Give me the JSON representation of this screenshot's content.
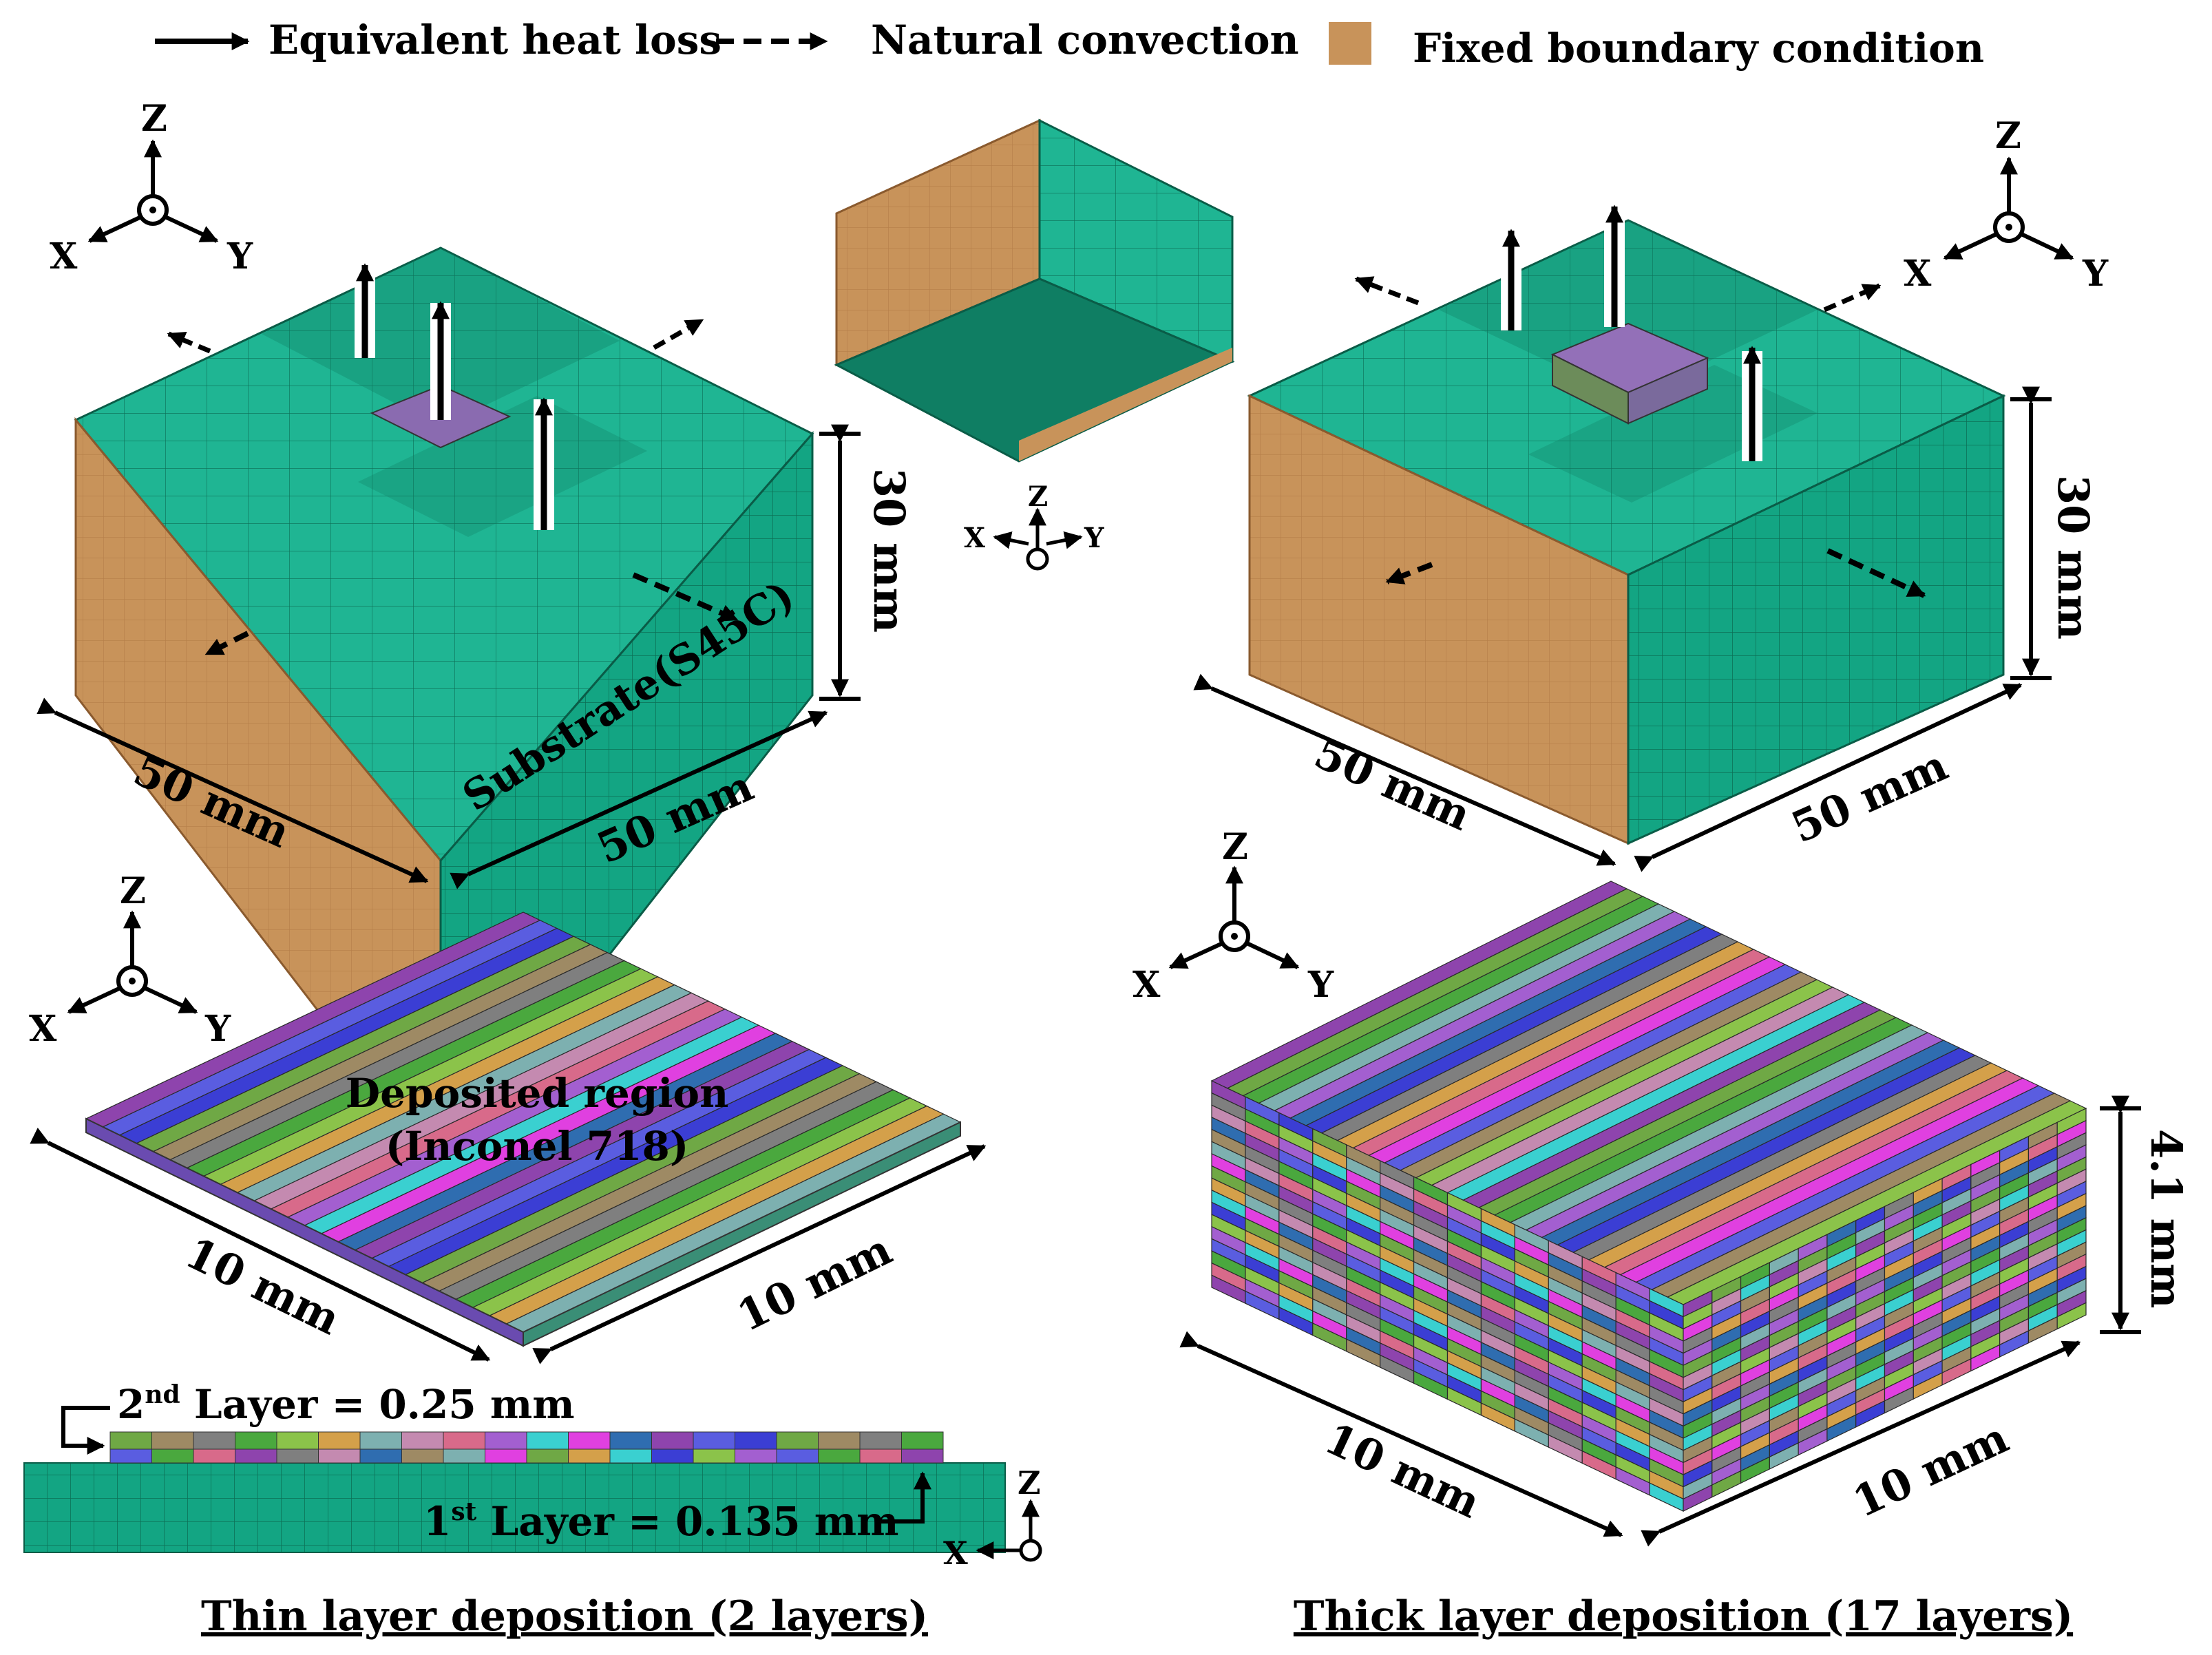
{
  "legend": {
    "heat_loss": "Equivalent heat loss",
    "convection": "Natural convection",
    "fixed_bc": "Fixed boundary condition"
  },
  "axes": {
    "z": "Z",
    "x": "X",
    "y": "Y"
  },
  "thin_model": {
    "substrate_label": "Substrate(S45C)",
    "height_dim": "30 mm",
    "length_dim_left": "50 mm",
    "length_dim_right": "50 mm",
    "deposit_label_line1": "Deposited region",
    "deposit_label_line2": "(Inconel 718)",
    "deposit_dim_left": "10 mm",
    "deposit_dim_right": "10 mm",
    "layer2_label": "2nd Layer = 0.25 mm",
    "layer2_prefix": "2",
    "layer2_sup": "nd",
    "layer2_rest": " Layer = 0.25 mm",
    "layer1_prefix": "1",
    "layer1_sup": "st",
    "layer1_rest": " Layer = 0.135 mm",
    "caption": "Thin layer deposition (2 layers)"
  },
  "thick_model": {
    "height_dim": "30 mm",
    "length_dim_left": "50 mm",
    "length_dim_right": "50 mm",
    "deposit_height_dim": "4.1 mm",
    "deposit_dim_left": "10 mm",
    "deposit_dim_right": "10 mm",
    "caption": "Thick layer deposition (17 layers)"
  },
  "colors": {
    "mesh_top": "#1fb593",
    "mesh_side": "#13a583",
    "mesh_dark": "#0f7e63",
    "fixed_face": "#c8935a",
    "stripe_palette": [
      "#8e44ad",
      "#5a5de0",
      "#3b3ed4",
      "#6fa845",
      "#9e8a64",
      "#7f7f7f",
      "#4aa83e",
      "#8bc34a",
      "#d4a04a",
      "#7db0b0",
      "#c48ab0",
      "#d86a8a",
      "#a35fd0",
      "#3ad0d0",
      "#e040e0",
      "#2f6db0"
    ]
  }
}
